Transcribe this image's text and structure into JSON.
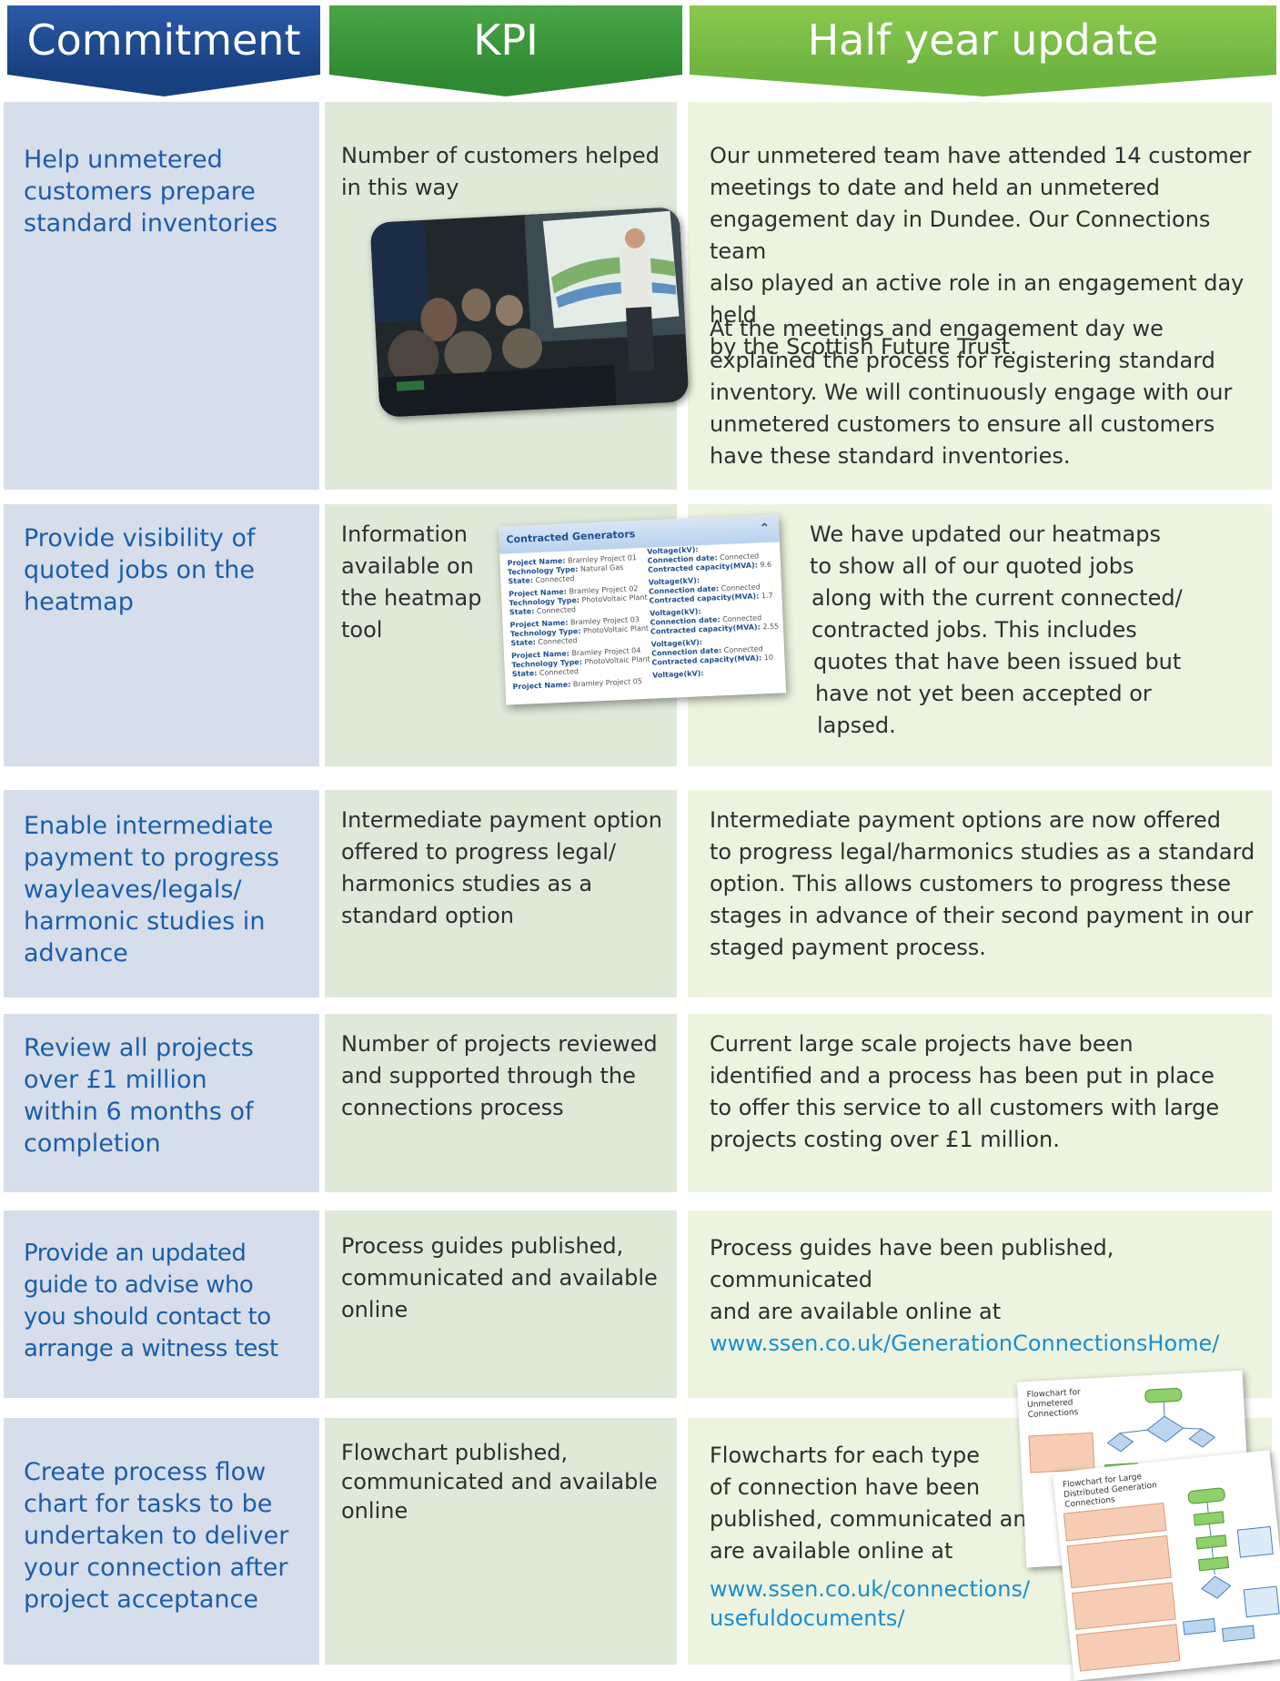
{
  "headers": {
    "commitment": "Commitment",
    "kpi": "KPI",
    "update": "Half year update"
  },
  "rows": [
    {
      "commitment": [
        "Help unmetered",
        "customers prepare",
        "standard inventories"
      ],
      "kpi": [
        "Number of customers helped",
        "in this way"
      ],
      "update_p1": [
        "Our unmetered team have attended 14 customer",
        "meetings to date and held an unmetered",
        "engagement day in Dundee. Our Connections team",
        "also played an active role in an engagement day held",
        "by the Scottish Future Trust."
      ],
      "update_p2": [
        "At the meetings and engagement day we",
        "explained the process for registering standard",
        "inventory. We will continuously engage with our",
        "unmetered customers to ensure all customers",
        "have these standard inventories."
      ]
    },
    {
      "commitment": [
        "Provide visibility of",
        "quoted jobs on the",
        "heatmap"
      ],
      "kpi": [
        "Information",
        "available on",
        "the heatmap",
        "tool"
      ],
      "update_p1": [
        "We have updated our heatmaps",
        "to show all of our quoted jobs",
        "along with the current connected/",
        "contracted jobs.  This includes",
        "quotes that have been issued but",
        "have not yet been accepted or",
        "lapsed."
      ]
    },
    {
      "commitment": [
        "Enable intermediate",
        "payment to progress",
        "wayleaves/legals/",
        "harmonic studies in",
        "advance"
      ],
      "kpi": [
        "Intermediate payment option",
        "offered to progress legal/",
        "harmonics studies as a",
        "standard option"
      ],
      "update_p1": [
        "Intermediate payment options are now offered",
        "to progress legal/harmonics studies as a standard",
        "option. This allows customers to progress these",
        "stages in advance of their second payment in our",
        "staged payment process."
      ]
    },
    {
      "commitment": [
        "Review all projects",
        "over £1 million",
        "within 6 months of",
        "completion"
      ],
      "kpi": [
        "Number of projects reviewed",
        "and supported through the",
        "connections process"
      ],
      "update_p1": [
        "Current large scale projects have been",
        "identified and a process has been put in place",
        "to offer this service to all customers with large",
        "projects costing over £1 million."
      ]
    },
    {
      "commitment": [
        "Provide an updated",
        "guide to advise who",
        "you should contact to",
        "arrange a witness test"
      ],
      "kpi": [
        "Process guides published,",
        "communicated and available",
        "online"
      ],
      "update_p1": [
        "Process guides have been published, communicated",
        "and are available online at"
      ],
      "link": [
        "www.ssen.co.uk/GenerationConnectionsHome/"
      ]
    },
    {
      "commitment": [
        "Create process flow",
        "chart for tasks to be",
        "undertaken to deliver",
        "your connection after",
        "project acceptance"
      ],
      "kpi": [
        "Flowchart published,",
        "communicated and available",
        "online"
      ],
      "update_p1": [
        "Flowcharts for each type",
        "of connection have been",
        "published, communicated and",
        "are available online at"
      ],
      "link": [
        "www.ssen.co.uk/connections/",
        "usefuldocuments/"
      ]
    }
  ],
  "heatmap_popup": {
    "title": "Contracted Generators",
    "entries": [
      {
        "name": "Project Name:",
        "name_val": "Bramley Project 01",
        "tech": "Technology Type:",
        "tech_val": "Natural Gas",
        "state": "State:",
        "state_val": "Connected",
        "volt": "Voltage(kV):",
        "date": "Connection date:",
        "date_val": "Connected",
        "cap": "Contracted capacity(MVA):",
        "cap_val": "9.6"
      },
      {
        "name": "Project Name:",
        "name_val": "Bramley Project 02",
        "tech": "Technology Type:",
        "tech_val": "PhotoVoltaic Plant",
        "state": "State:",
        "state_val": "Connected",
        "volt": "Voltage(kV):",
        "date": "Connection date:",
        "date_val": "Connected",
        "cap": "Contracted capacity(MVA):",
        "cap_val": "1.7"
      },
      {
        "name": "Project Name:",
        "name_val": "Bramley Project 03",
        "tech": "Technology Type:",
        "tech_val": "PhotoVoltaic Plant",
        "state": "State:",
        "state_val": "Connected",
        "volt": "Voltage(kV):",
        "date": "Connection date:",
        "date_val": "Connected",
        "cap": "Contracted capacity(MVA):",
        "cap_val": "2.55"
      },
      {
        "name": "Project Name:",
        "name_val": "Bramley Project 04",
        "tech": "Technology Type:",
        "tech_val": "PhotoVoltaic Plant",
        "state": "State:",
        "state_val": "Connected",
        "volt": "Voltage(kV):",
        "date": "Connection date:",
        "date_val": "Connected",
        "cap": "Contracted capacity(MVA):",
        "cap_val": "10"
      },
      {
        "name": "Project Name:",
        "name_val": "Bramley Project 05",
        "volt": "Voltage(kV):"
      }
    ]
  },
  "flowcharts": {
    "unmetered_title": "Flowchart for Unmetered Connections",
    "large_title": "Flowchart for Large Distributed Generation Connections"
  },
  "colors": {
    "commitment_header": "#17407f",
    "kpi_header": "#2f8a33",
    "update_header": "#6cb33f",
    "commitment_text": "#1d5ea8",
    "link": "#1a8ed0"
  }
}
